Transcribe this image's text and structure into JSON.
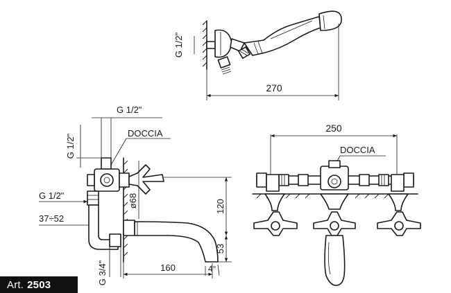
{
  "top_view": {
    "thread_label": "G 1/2\"",
    "dim_length": "270"
  },
  "side_view": {
    "thread_top": "G 1/2\"",
    "thread_vertical": "G 1/2\"",
    "diverter_label": "DOCCIA",
    "thread_side": "G 1/2\"",
    "range_label": "37÷52",
    "diameter_label": "ø68",
    "height_label": "120",
    "spout_height": "53",
    "spout_length": "160",
    "angle_label": "4°",
    "bottom_thread": "G 3/4\""
  },
  "front_view": {
    "width_label": "250",
    "diverter_label": "DOCCIA"
  },
  "article": {
    "label": "Art.",
    "number": "2503"
  }
}
